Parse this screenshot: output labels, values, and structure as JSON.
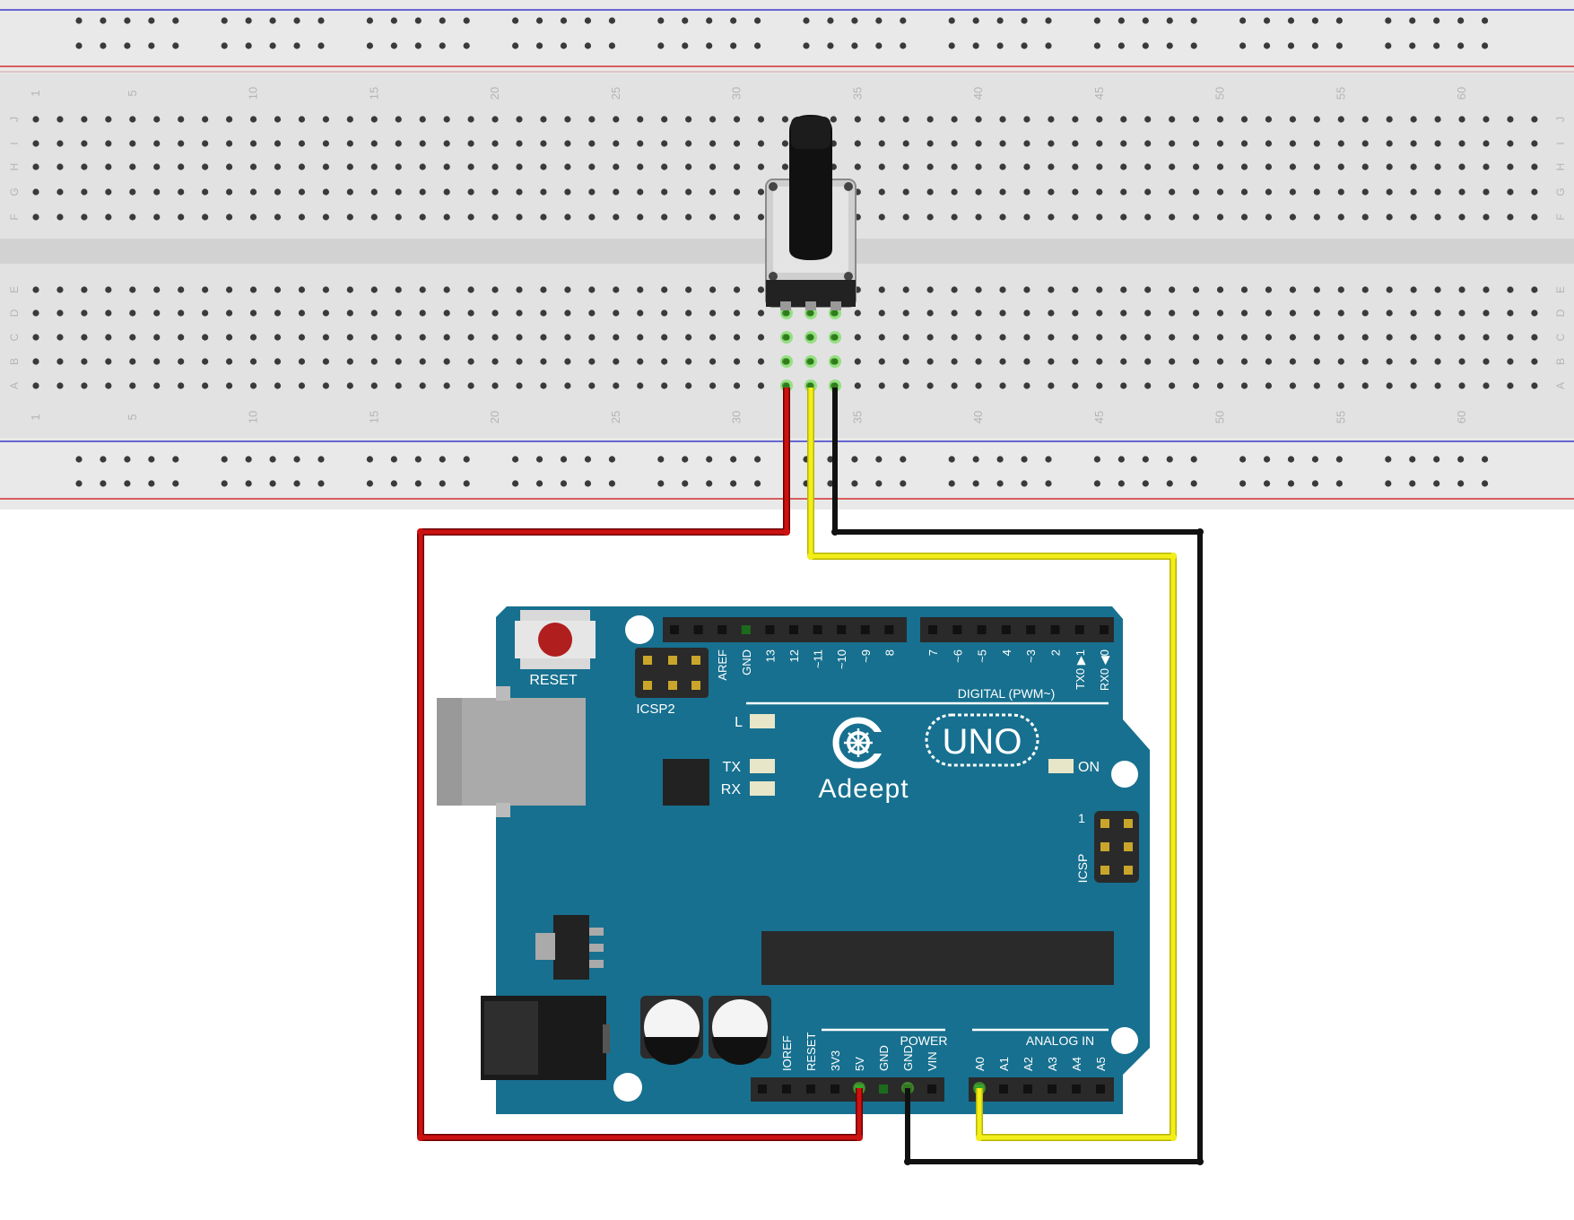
{
  "breadboard": {
    "column_numbers": [
      "1",
      "5",
      "10",
      "15",
      "20",
      "25",
      "30",
      "35",
      "40",
      "45",
      "50",
      "55",
      "60"
    ],
    "top_rows": [
      "J",
      "I",
      "H",
      "G",
      "F"
    ],
    "bottom_rows": [
      "E",
      "D",
      "C",
      "B",
      "A"
    ]
  },
  "board": {
    "brand": "Adeept",
    "model": "UNO",
    "reset_label": "RESET",
    "icsp2_label": "ICSP2",
    "icsp_label": "ICSP",
    "icsp_pin1": "1",
    "digital_label": "DIGITAL (PWM~)",
    "power_label": "POWER",
    "analog_label": "ANALOG IN",
    "led_l": "L",
    "led_tx": "TX",
    "led_rx": "RX",
    "led_on": "ON",
    "digital_left_pins": [
      "AREF",
      "GND",
      "13",
      "12",
      "~11",
      "~10",
      "~9",
      "8"
    ],
    "digital_right_pins": [
      "7",
      "~6",
      "~5",
      "4",
      "~3",
      "2",
      "TX0 ▶1",
      "RX0 ◀0"
    ],
    "power_pins": [
      "IOREF",
      "RESET",
      "3V3",
      "5V",
      "GND",
      "GND",
      "VIN"
    ],
    "analog_pins": [
      "A0",
      "A1",
      "A2",
      "A3",
      "A4",
      "A5"
    ]
  },
  "colors": {
    "breadboard": "#e2e2e2",
    "board": "#17708f",
    "wire_5v": "#cc1111",
    "wire_signal": "#f2ee1a",
    "wire_gnd": "#111111",
    "rail_red": "#d43030",
    "rail_blue": "#3a3acc",
    "connection_highlight": "#55dd33"
  }
}
